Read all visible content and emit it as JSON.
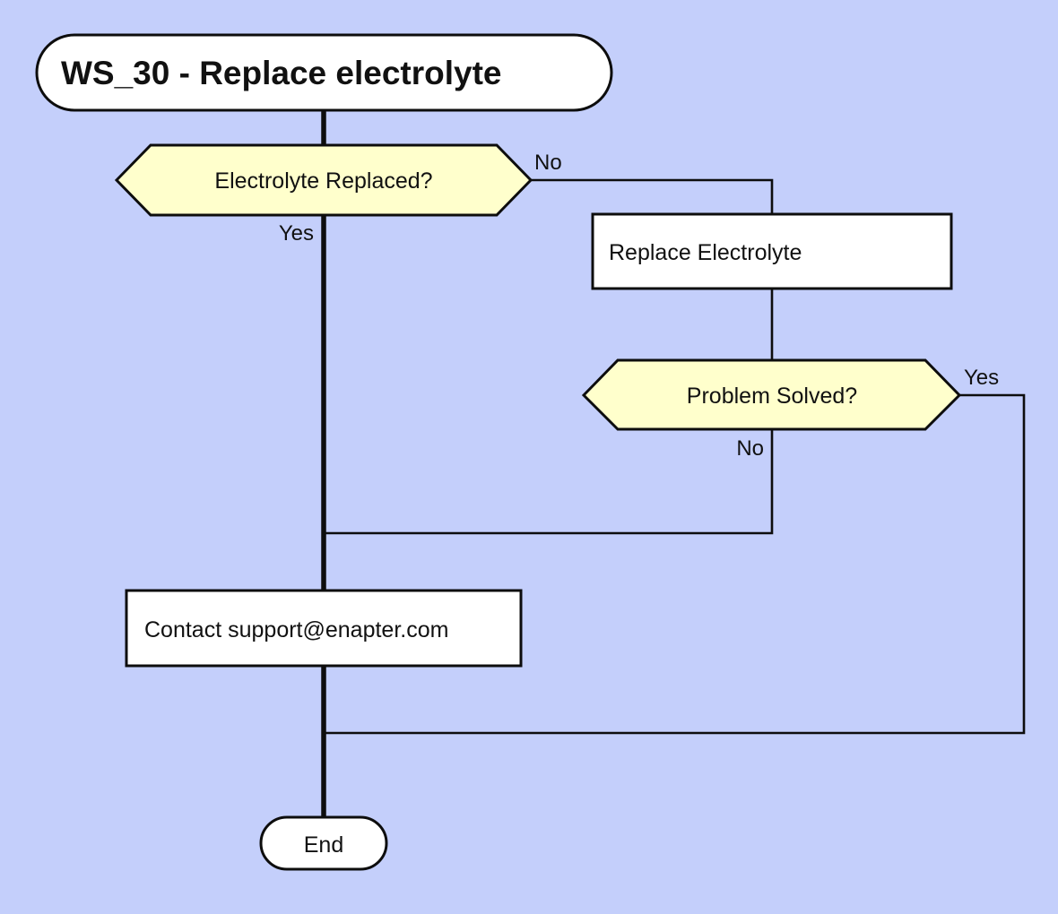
{
  "diagram": {
    "type": "flowchart",
    "background_color": "#c4cffb",
    "node_fill": "#ffffff",
    "decision_fill": "#ffffcc",
    "stroke_color": "#0d0d0d",
    "text_color": "#111111",
    "title": "WS_30 - Replace electrolyte"
  },
  "nodes": {
    "start": {
      "id": "start",
      "shape": "stadium",
      "label": "WS_30 - Replace electrolyte"
    },
    "decision_electrolyte": {
      "id": "decision_electrolyte",
      "shape": "hexagon",
      "label": "Electrolyte Replaced?"
    },
    "action_replace": {
      "id": "action_replace",
      "shape": "rectangle",
      "label": "Replace Electrolyte"
    },
    "decision_problem": {
      "id": "decision_problem",
      "shape": "hexagon",
      "label": "Problem Solved?"
    },
    "action_contact": {
      "id": "action_contact",
      "shape": "rectangle",
      "label": "Contact support@enapter.com"
    },
    "end": {
      "id": "end",
      "shape": "stadium",
      "label": "End"
    }
  },
  "edge_labels": {
    "electrolyte_no": "No",
    "electrolyte_yes": "Yes",
    "problem_yes": "Yes",
    "problem_no": "No"
  },
  "edges": [
    {
      "from": "start",
      "to": "decision_electrolyte",
      "label": ""
    },
    {
      "from": "decision_electrolyte",
      "to": "action_replace",
      "label": "No"
    },
    {
      "from": "decision_electrolyte",
      "to": "action_contact",
      "label": "Yes"
    },
    {
      "from": "action_replace",
      "to": "decision_problem",
      "label": ""
    },
    {
      "from": "decision_problem",
      "to": "action_contact",
      "label": "No"
    },
    {
      "from": "decision_problem",
      "to": "end",
      "label": "Yes"
    },
    {
      "from": "action_contact",
      "to": "end",
      "label": ""
    }
  ]
}
